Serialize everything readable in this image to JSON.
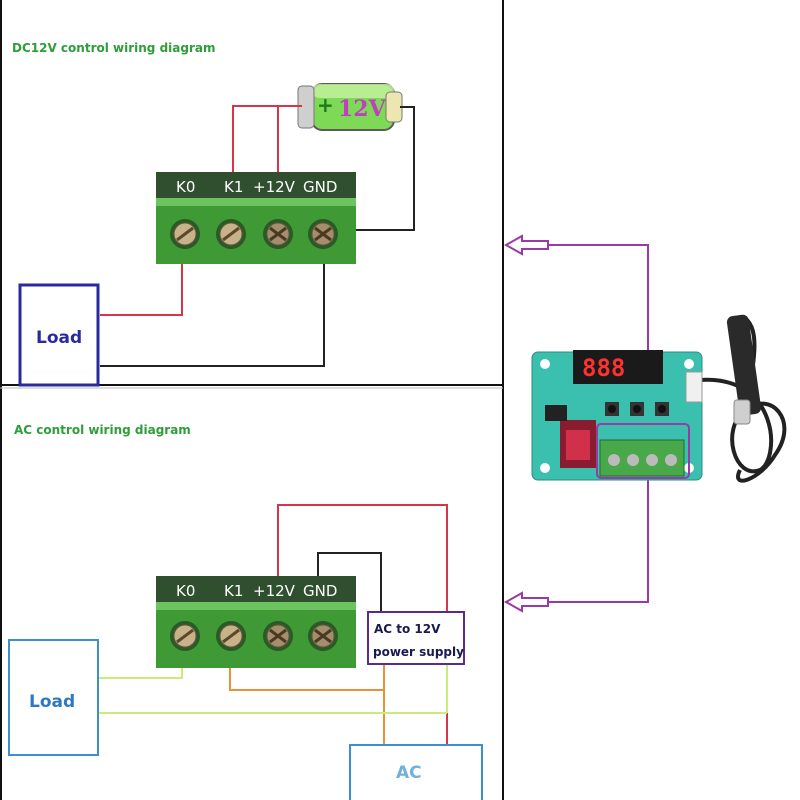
{
  "dc": {
    "title": "DC12V control wiring diagram",
    "terminals": [
      "K0",
      "K1",
      "+12V",
      "GND"
    ],
    "battery_label": "12V",
    "load_label": "Load"
  },
  "ac": {
    "title": "AC control wiring diagram",
    "terminals": [
      "K0",
      "K1",
      "+12V",
      "GND"
    ],
    "supply_label_line1": "AC to 12V",
    "supply_label_line2": "power supply",
    "load_label": "Load",
    "source_label": "AC"
  },
  "colors": {
    "title_green": "#2e9e3a",
    "dc_load_border": "#2a2aa0",
    "ac_load_border": "#3f8fd0",
    "supply_border": "#5a2a8c",
    "arrow_purple": "#9a3aa6",
    "wire_red": "#d6354a",
    "wire_black": "#222222",
    "wire_orange": "#e8913a",
    "wire_yellowgreen": "#c9ec7a",
    "terminal_green": "#43a63b",
    "pcb_teal": "#3bbfae"
  }
}
